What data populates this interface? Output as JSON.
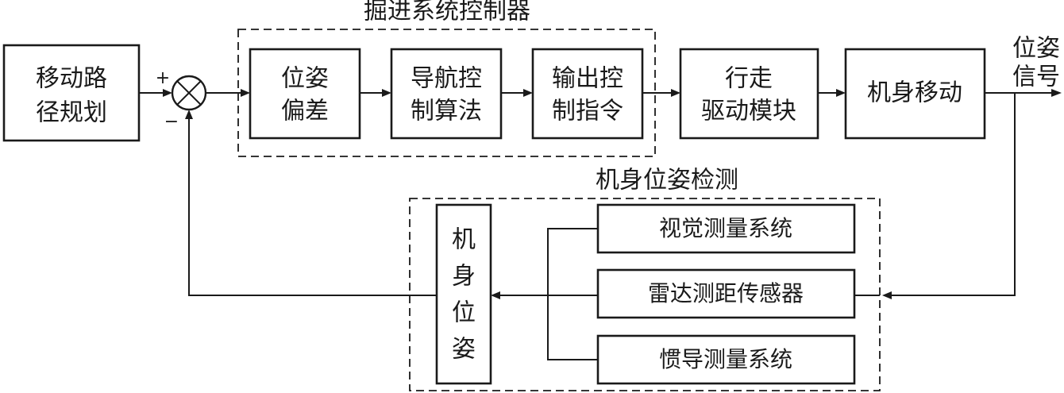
{
  "diagram": {
    "planning": {
      "line1": "移动路",
      "line2": "径规划"
    },
    "sum_plus": "+",
    "sum_minus": "−",
    "controller": {
      "title": "掘进系统控制器",
      "deviation": {
        "line1": "位姿",
        "line2": "偏差"
      },
      "nav_algorithm": {
        "line1": "导航控",
        "line2": "制算法"
      },
      "output_command": {
        "line1": "输出控",
        "line2": "制指令"
      }
    },
    "drive_module": {
      "line1": "行走",
      "line2": "驱动模块"
    },
    "body_move": {
      "label": "机身移动"
    },
    "output_signal": {
      "line1": "位姿",
      "line2": "信号"
    },
    "detection": {
      "title": "机身位姿检测",
      "vision": "视觉测量系统",
      "radar": "雷达测距传感器",
      "inertial": "惯导测量系统",
      "pose": [
        "机",
        "身",
        "位",
        "姿"
      ]
    }
  }
}
